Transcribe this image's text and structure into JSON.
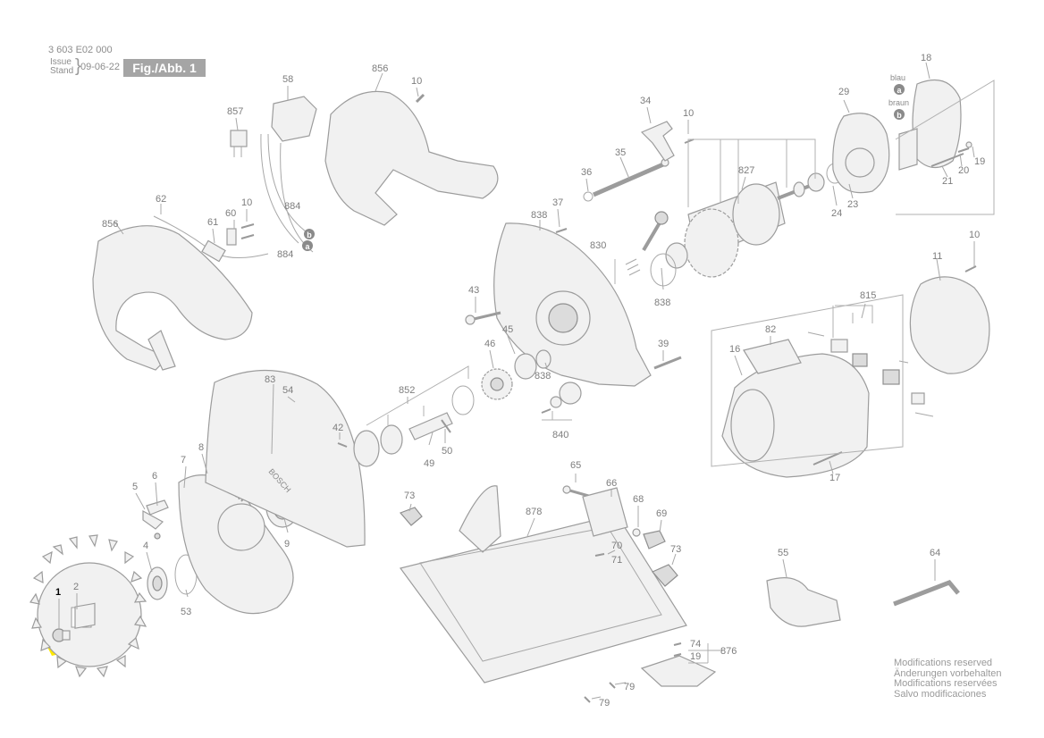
{
  "header": {
    "doc_number": "3 603 E02 000",
    "issue_label": "Issue",
    "stand_label": "Stand",
    "date": "09-06-22",
    "figure_label": "Fig./Abb. 1"
  },
  "footer": {
    "lines": [
      "Modifications reserved",
      "Änderungen vorbehalten",
      "Modifications reservées",
      "Salvo modificaciones"
    ]
  },
  "wire_legend": {
    "blau": "blau",
    "braun": "braun",
    "a": "a",
    "b": "b"
  },
  "labels": {
    "p1": "1",
    "p2": "2",
    "p4": "4",
    "p5": "5",
    "p6": "6",
    "p7": "7",
    "p8": "8",
    "p9": "9",
    "p10a": "10",
    "p10b": "10",
    "p10c": "10",
    "p10d": "10",
    "p11": "11",
    "p16": "16",
    "p17": "17",
    "p18": "18",
    "p19a": "19",
    "p19b": "19",
    "p20": "20",
    "p21": "21",
    "p23": "23",
    "p24": "24",
    "p29": "29",
    "p34": "34",
    "p35": "35",
    "p36": "36",
    "p37": "37",
    "p39": "39",
    "p42": "42",
    "p43": "43",
    "p45": "45",
    "p46": "46",
    "p49": "49",
    "p50": "50",
    "p53": "53",
    "p54": "54",
    "p55": "55",
    "p58": "58",
    "p60": "60",
    "p61": "61",
    "p62": "62",
    "p64": "64",
    "p65": "65",
    "p66": "66",
    "p68": "68",
    "p69": "69",
    "p70": "70",
    "p71": "71",
    "p73a": "73",
    "p73b": "73",
    "p74": "74",
    "p79a": "79",
    "p79b": "79",
    "p82": "82",
    "p83": "83",
    "p815": "815",
    "p827": "827",
    "p830": "830",
    "p838a": "838",
    "p838b": "838",
    "p838c": "838",
    "p840": "840",
    "p852": "852",
    "p856a": "856",
    "p856b": "856",
    "p857": "857",
    "p876": "876",
    "p878": "878",
    "p884a": "884",
    "p884b": "884"
  },
  "brand_text": "BOSCH",
  "highlight_color": "#ffe800"
}
